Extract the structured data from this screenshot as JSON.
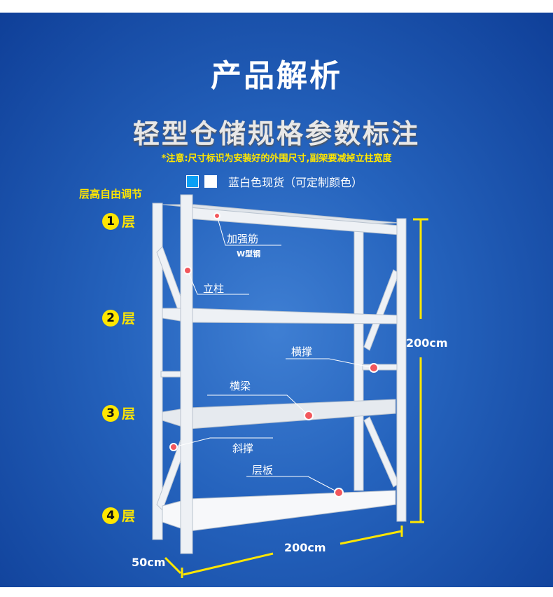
{
  "header": {
    "title": "产品解析",
    "subtitle": "轻型仓储规格参数标注",
    "note": "*注意:尺寸标识为安装好的外围尺寸,副架要减掉立柱宽度"
  },
  "colors": {
    "label": "蓝白色现货（可定制颜色）",
    "swatches": [
      "#0aa0f5",
      "#ffffff"
    ]
  },
  "levels": {
    "adjust_label": "层高自由调节",
    "items": [
      {
        "num": "1",
        "label": "层"
      },
      {
        "num": "2",
        "label": "层"
      },
      {
        "num": "3",
        "label": "层"
      },
      {
        "num": "4",
        "label": "层"
      }
    ]
  },
  "annotations": {
    "rib": "加强筋",
    "rib_sub": "W型钢",
    "post": "立柱",
    "cross_brace": "横撑",
    "beam": "横梁",
    "diag_brace": "斜撑",
    "panel": "层板"
  },
  "dimensions": {
    "height": "200cm",
    "width": "200cm",
    "depth": "50cm"
  }
}
